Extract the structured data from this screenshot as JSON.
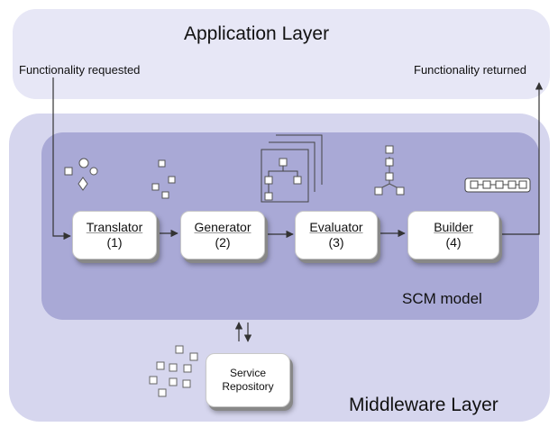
{
  "layers": {
    "application": "Application Layer",
    "middleware": "Middleware Layer",
    "scm": "SCM model"
  },
  "labels": {
    "requested": "Functionality requested",
    "returned": "Functionality returned"
  },
  "stages": [
    {
      "name": "Translator",
      "num": "(1)"
    },
    {
      "name": "Generator",
      "num": "(2)"
    },
    {
      "name": "Evaluator",
      "num": "(3)"
    },
    {
      "name": "Builder",
      "num": "(4)"
    }
  ],
  "repository": {
    "line1": "Service",
    "line2": "Repository"
  },
  "colors": {
    "application_layer": "#e7e7f6",
    "middleware_layer": "#d6d6ee",
    "scm_model": "#a9a9d6",
    "arrows": "#333333"
  }
}
